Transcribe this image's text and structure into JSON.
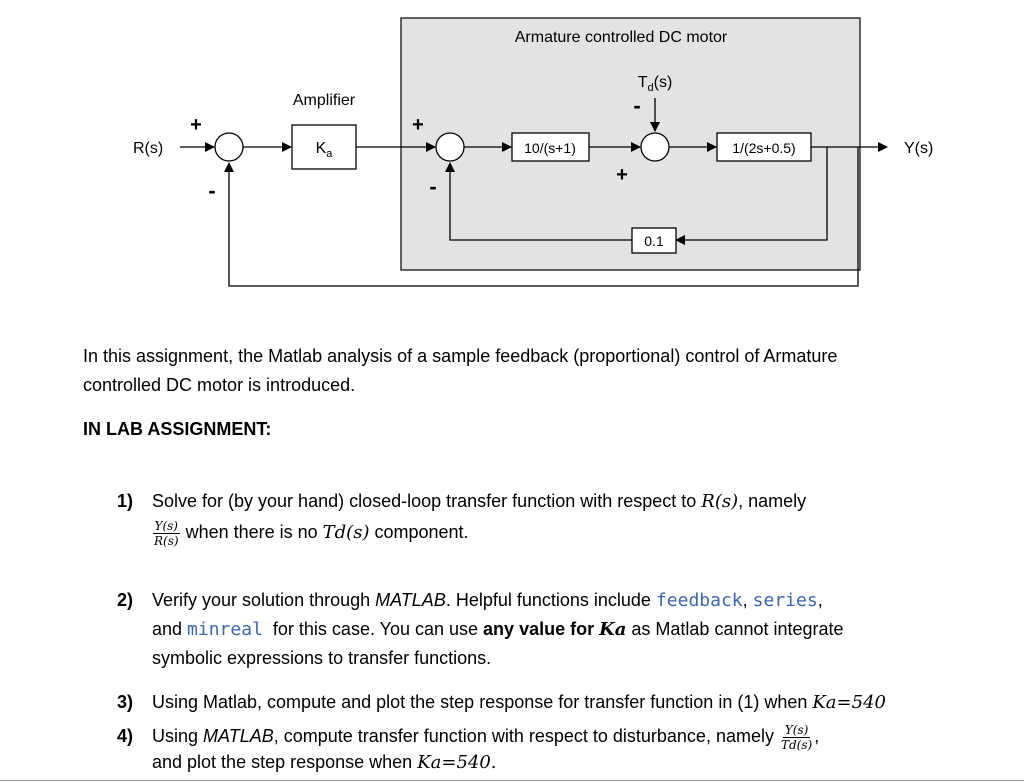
{
  "diagram": {
    "title": "Armature controlled DC motor",
    "amplifier_label": "Amplifier",
    "input_label": "R(s)",
    "output_label": "Y(s)",
    "disturbance_label_main": "T",
    "disturbance_label_sub": "d",
    "disturbance_label_tail": "(s)",
    "gain_main": "K",
    "gain_sub": "a",
    "block_forward": "10/(s+1)",
    "block_plant": "1/(2s+0.5)",
    "block_feedback": "0.1",
    "sign_plus": "+",
    "sign_minus": "-"
  },
  "intro": {
    "line1": "In this assignment, the Matlab analysis of a sample feedback (proportional) control of Armature",
    "line2": "controlled DC motor is introduced."
  },
  "heading": "IN LAB ASSIGNMENT:",
  "items": {
    "i1": {
      "num": "1)",
      "text_a": "Solve for (by your hand) closed-loop transfer function with respect to ",
      "r_var": "R(s)",
      "text_b": ", namely",
      "frac_num": "Y(s)",
      "frac_den": "R(s)",
      "text_c": " when there is no ",
      "td_var": "Td(s)",
      "text_d": " component."
    },
    "i2": {
      "num": "2)",
      "text_a": "Verify your solution through ",
      "matlab_italic": "MATLAB",
      "text_b": ". Helpful functions include ",
      "code_feedback": "feedback",
      "comma1": ", ",
      "code_series": "series",
      "comma2": ",",
      "text_and": "and ",
      "code_minreal": "minreal",
      "text_c": "  for this case. You can use ",
      "bold_any": "any value for ",
      "ka_var": "Ka",
      "text_d": " as Matlab cannot integrate",
      "line3": "symbolic expressions to transfer functions."
    },
    "i3": {
      "num": "3)",
      "text": "Using Matlab, compute and plot the step response for transfer function in (1) when ",
      "ka_expr": "Ka=540"
    },
    "i4": {
      "num": "4)",
      "text_a": "Using ",
      "matlab_italic": "MATLAB",
      "text_b": ", compute transfer function with respect to disturbance, namely ",
      "frac_num": "Y(s)",
      "frac_den": "Td(s)",
      "text_c": ",",
      "line2_a": "and plot the step response when ",
      "ka_expr": "Ka=540."
    }
  }
}
